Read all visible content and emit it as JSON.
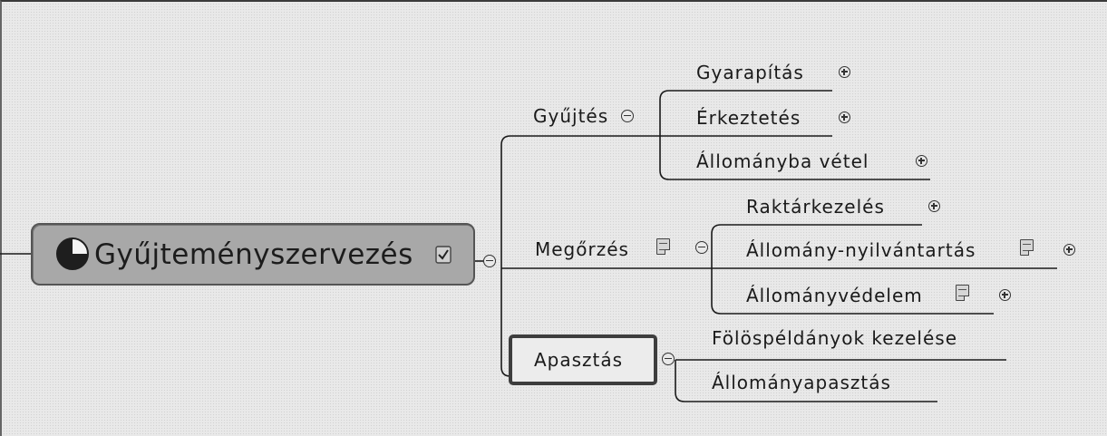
{
  "mindmap": {
    "root": {
      "label": "Gyűjteményszervezés",
      "icons": [
        "progress-pie-icon",
        "task-check-icon"
      ]
    },
    "branches": [
      {
        "label": "Gyűjtés",
        "children": [
          "Gyarapítás",
          "Érkeztetés",
          "Állományba vétel"
        ]
      },
      {
        "label": "Megőrzés",
        "has_note": true,
        "children": [
          "Raktárkezelés",
          "Állomány-nyilvántartás",
          "Állományvédelem"
        ],
        "children_with_notes": [
          "Állomány-nyilvántartás",
          "Állományvédelem"
        ]
      },
      {
        "label": "Apasztás",
        "selected": true,
        "children": [
          "Fölöspéldányok kezelése",
          "Állományapasztás"
        ]
      }
    ]
  }
}
